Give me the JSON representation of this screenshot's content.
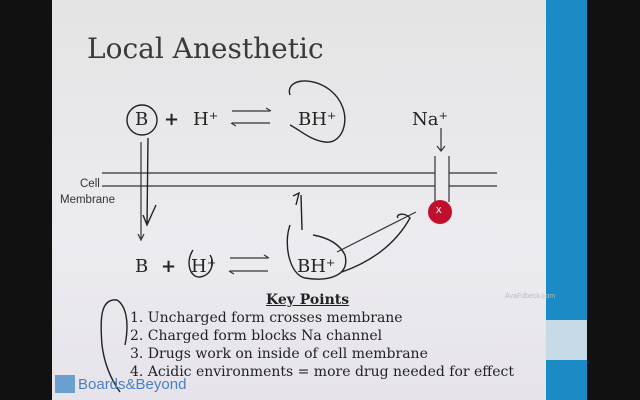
{
  "slide": {
    "title": "Local Anesthetic",
    "top_eq": {
      "b": "B",
      "plus": "+",
      "h": "H⁺",
      "bh": "BH⁺"
    },
    "na": "Na⁺",
    "membrane_label_1": "Cell",
    "membrane_label_2": "Membrane",
    "block_mark": "x",
    "bottom_eq": {
      "b": "B",
      "plus": "+",
      "h": "H⁺",
      "bh": "BH⁺"
    },
    "key_points_heading": "Key Points",
    "key_points": [
      "1.  Uncharged form crosses membrane",
      "2.  Charged form blocks Na channel",
      "3.  Drugs work on inside of cell membrane",
      "4.  Acidic environments = more drug needed for effect"
    ],
    "watermark": "AvaFdbeck.com",
    "logo": "Boards&Beyond"
  },
  "colors": {
    "accent_bar": "#1a8bc4",
    "block_circle": "#c0102e"
  }
}
